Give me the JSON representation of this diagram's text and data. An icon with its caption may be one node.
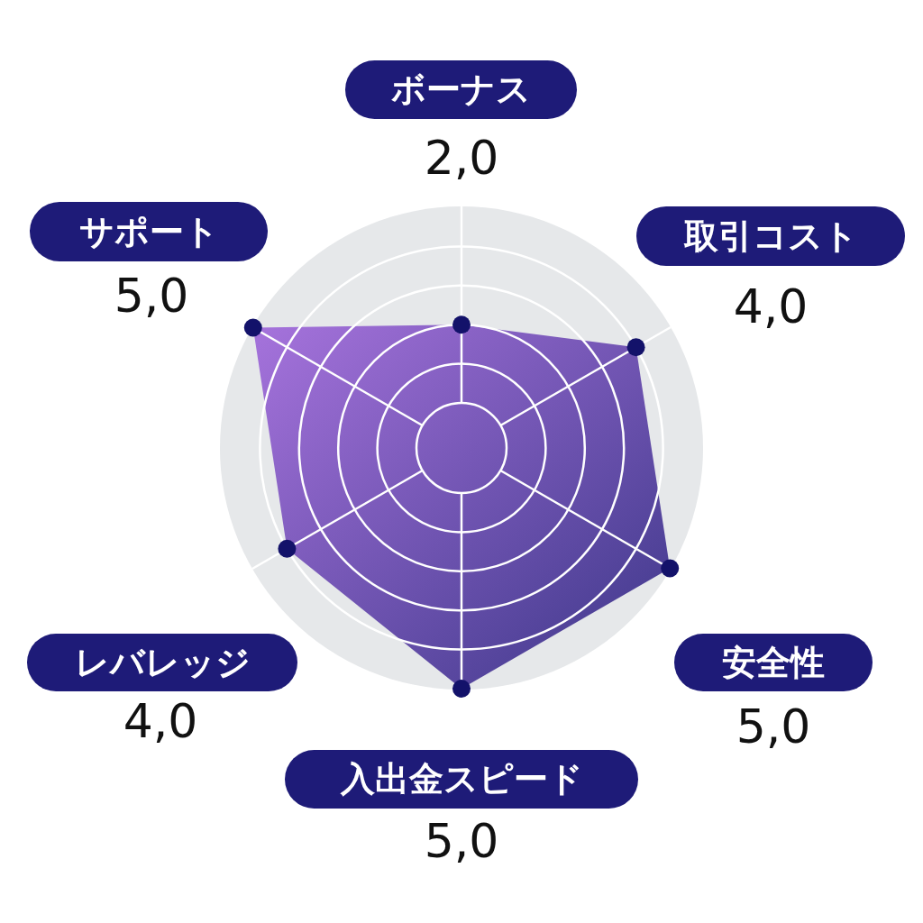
{
  "diagram": {
    "nodes": [
      {
        "text": [
          "ボーナス"
        ],
        "beside": [
          "2,0"
        ]
      },
      {
        "text": [
          "サポート"
        ],
        "beside": [
          "5,0"
        ]
      },
      {
        "text": [
          "取引コスト"
        ],
        "beside": [
          "4,0"
        ]
      },
      {
        "text": [
          "レバレッジ"
        ],
        "beside": [
          "4,0"
        ]
      },
      {
        "text": [
          "安全性"
        ],
        "beside": [
          "5,0"
        ]
      },
      {
        "text": [
          "入出金スピード"
        ],
        "beside": [
          "5,0"
        ]
      }
    ]
  }
}
